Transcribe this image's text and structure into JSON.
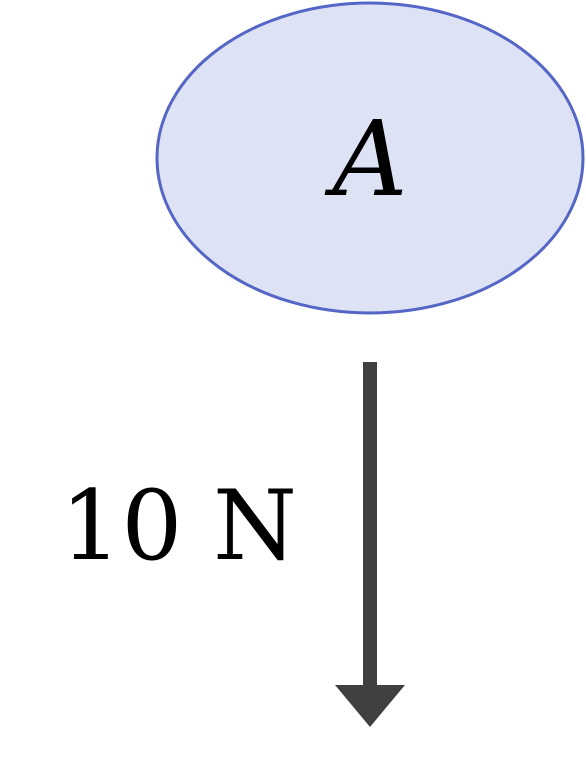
{
  "body": {
    "label": "A",
    "fill_color": "#dde3f5",
    "stroke_color": "#5566c6"
  },
  "force": {
    "label": "10 N",
    "direction": "down",
    "color": "#404040"
  }
}
